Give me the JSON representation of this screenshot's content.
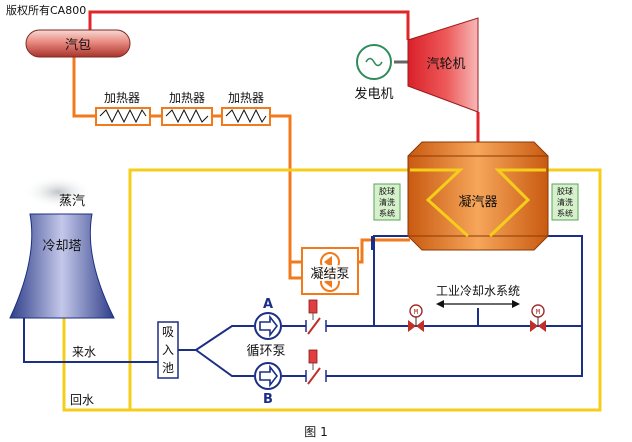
{
  "copyright": "版权所有CA800",
  "labels": {
    "drum": "汽包",
    "heater1": "加热器",
    "heater2": "加热器",
    "heater3": "加热器",
    "turbine": "汽轮机",
    "generator": "发电机",
    "condenser": "凝汽器",
    "ball_cleaning_left": [
      "胶球",
      "清洗",
      "系统"
    ],
    "ball_cleaning_right": [
      "胶球",
      "清洗",
      "系统"
    ],
    "condensate_pump": "凝结泵",
    "steam": "蒸汽",
    "cooling_tower": "冷却塔",
    "industrial_cooling": "工业冷却水系统",
    "pump_a": "A",
    "pump_b": "B",
    "circ_pump": "循环泵",
    "intake_pool": [
      "吸",
      "入",
      "池"
    ],
    "inflow": "来水",
    "return": "回水",
    "figure": "图 1",
    "valve_m": "M"
  },
  "colors": {
    "steam_line": "#e0262a",
    "feedwater_line": "#f07a1c",
    "cooling_water_line": "#f5cd1a",
    "water_line": "#1c2f86"
  }
}
